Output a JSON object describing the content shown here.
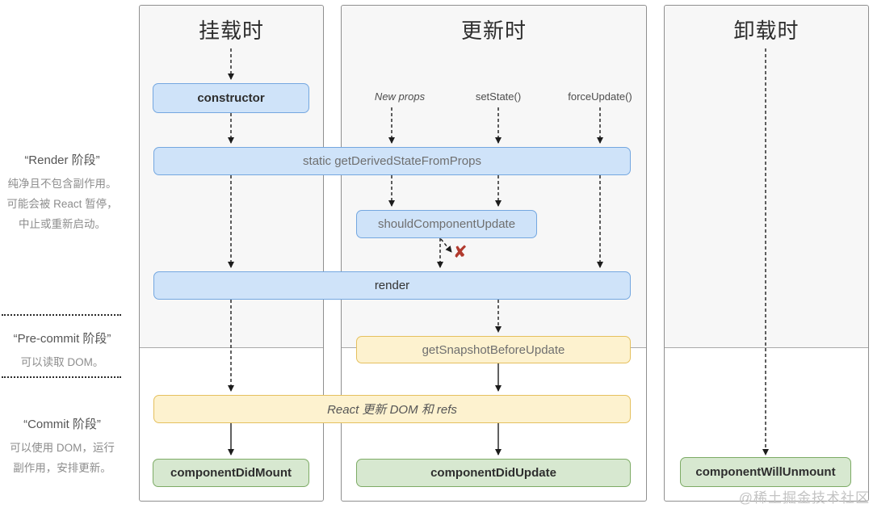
{
  "watermark": "@稀土掘金技术社区",
  "icons": {
    "cancel_x": "✘"
  },
  "colors": {
    "box_blue_fill": "#cfe3f9",
    "box_blue_border": "#74a7e0",
    "box_yellow_fill": "#fdf2cf",
    "box_yellow_border": "#e5c05e",
    "box_green_fill": "#d7e8d0",
    "box_green_border": "#7dab65",
    "panel_top_fill": "#f7f7f7",
    "cancel_x_color": "#b13a2e"
  },
  "sidebar": {
    "render_phase": {
      "title": "“Render 阶段”",
      "lines": [
        "纯净且不包含副作用。",
        "可能会被 React 暂停，",
        "中止或重新启动。"
      ]
    },
    "precommit_phase": {
      "title": "“Pre-commit 阶段”",
      "lines": [
        "可以读取 DOM。"
      ]
    },
    "commit_phase": {
      "title": "“Commit 阶段”",
      "lines": [
        "可以使用 DOM，运行",
        "副作用，安排更新。"
      ]
    }
  },
  "columns": {
    "mounting": {
      "title": "挂载时"
    },
    "updating": {
      "title": "更新时",
      "triggers": [
        "New props",
        "setState()",
        "forceUpdate()"
      ]
    },
    "unmounting": {
      "title": "卸载时"
    }
  },
  "nodes": {
    "constructor": "constructor",
    "get_derived_state_from_props": "static getDerivedStateFromProps",
    "should_component_update": "shouldComponentUpdate",
    "render": "render",
    "get_snapshot_before_update": "getSnapshotBeforeUpdate",
    "react_updates_dom": "React 更新 DOM 和 refs",
    "component_did_mount": "componentDidMount",
    "component_did_update": "componentDidUpdate",
    "component_will_unmount": "componentWillUnmount"
  }
}
